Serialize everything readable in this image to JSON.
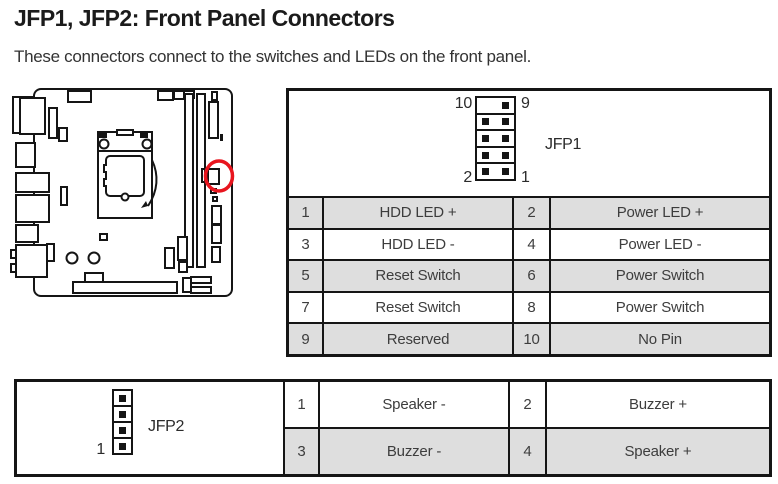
{
  "page": {
    "title": "JFP1, JFP2: Front Panel Connectors",
    "subtitle": "These connectors connect to the switches and LEDs on the front panel."
  },
  "colors": {
    "line": "#151515",
    "text": "#3d3d3d",
    "shaded_row": "#dedede",
    "highlight_circle": "#e8151e"
  },
  "board_diagram": {
    "description": "motherboard-outline-with-red-circle-marking-jfp1-location"
  },
  "jfp1": {
    "label": "JFP1",
    "corner_pins": {
      "top_left": "10",
      "top_right": "9",
      "bottom_left": "2",
      "bottom_right": "1"
    },
    "pinout": [
      {
        "pin_a": "1",
        "signal_a": "HDD LED +",
        "pin_b": "2",
        "signal_b": "Power LED +"
      },
      {
        "pin_a": "3",
        "signal_a": "HDD LED -",
        "pin_b": "4",
        "signal_b": "Power LED -"
      },
      {
        "pin_a": "5",
        "signal_a": "Reset Switch",
        "pin_b": "6",
        "signal_b": "Power Switch"
      },
      {
        "pin_a": "7",
        "signal_a": "Reset Switch",
        "pin_b": "8",
        "signal_b": "Power Switch"
      },
      {
        "pin_a": "9",
        "signal_a": "Reserved",
        "pin_b": "10",
        "signal_b": "No Pin"
      }
    ]
  },
  "jfp2": {
    "label": "JFP2",
    "corner_pins": {
      "bottom_left": "1"
    },
    "pinout": [
      {
        "pin_a": "1",
        "signal_a": "Speaker -",
        "pin_b": "2",
        "signal_b": "Buzzer +"
      },
      {
        "pin_a": "3",
        "signal_a": "Buzzer -",
        "pin_b": "4",
        "signal_b": "Speaker +"
      }
    ]
  }
}
